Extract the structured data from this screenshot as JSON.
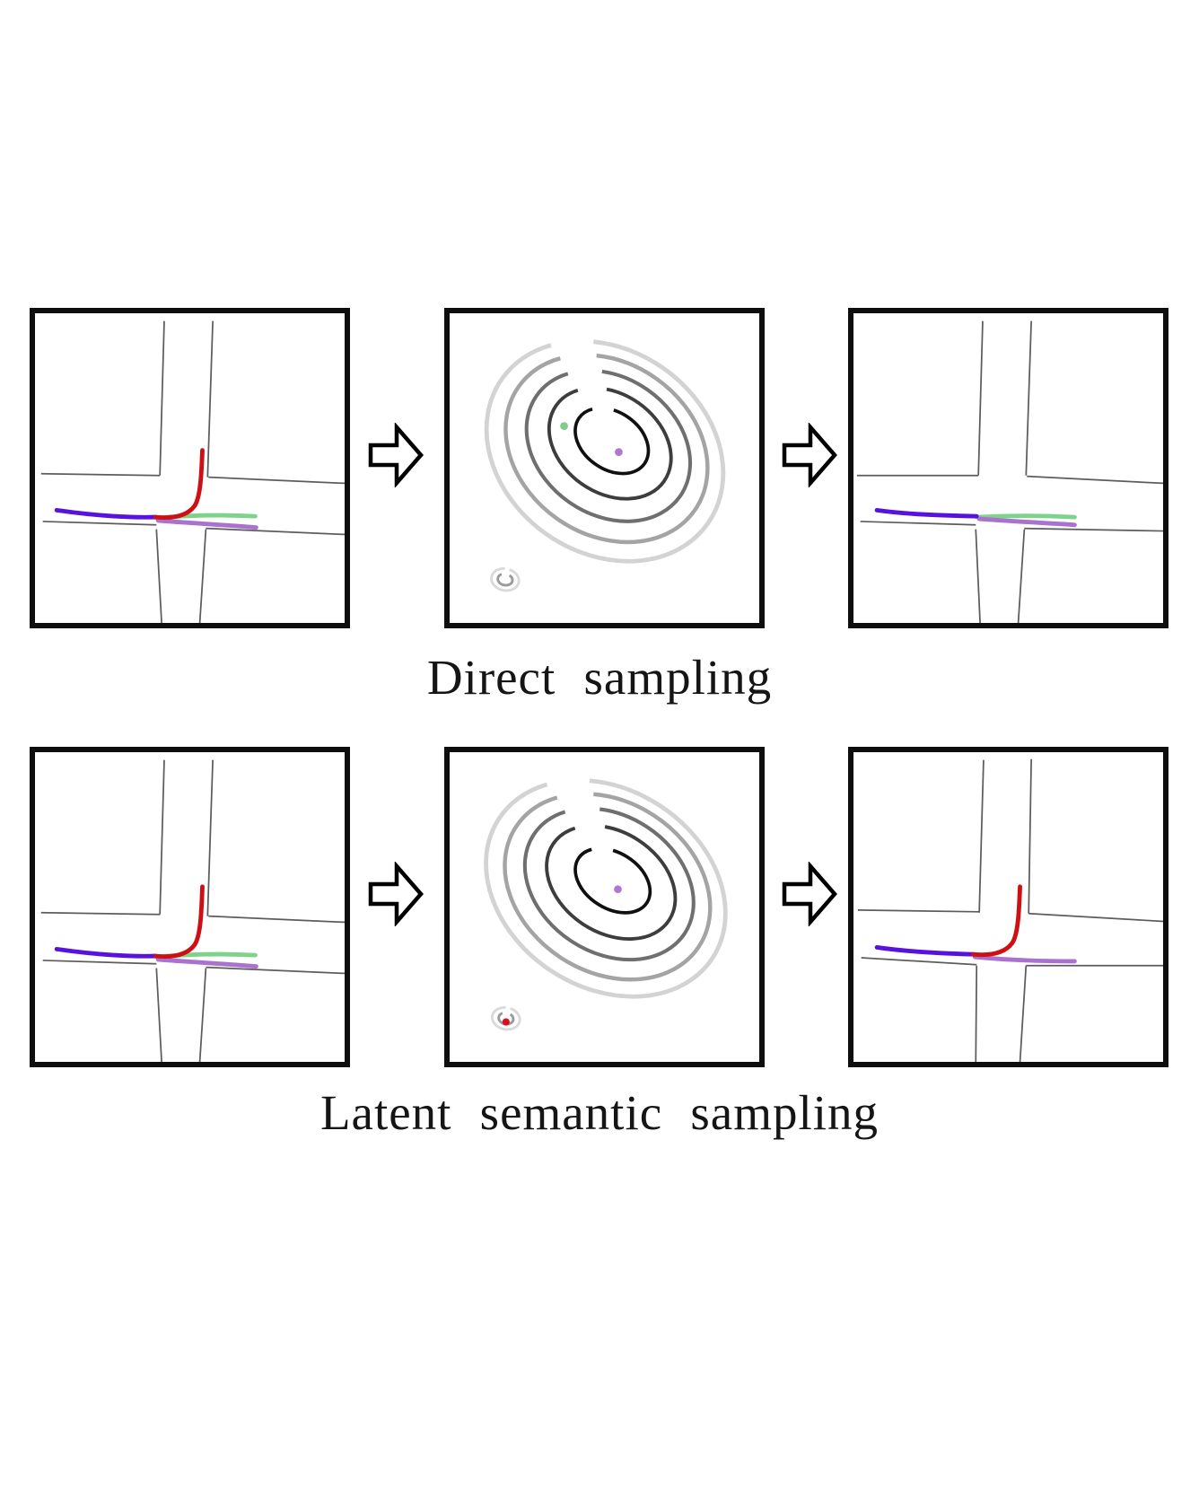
{
  "figure": {
    "rows": [
      {
        "caption": "Direct sampling",
        "input_trajectories": [
          "history",
          "red-turn",
          "green-straight",
          "purple-straight"
        ],
        "latent_samples": [
          "green",
          "purple"
        ],
        "output_trajectories": [
          "history",
          "green-straight",
          "purple-straight"
        ]
      },
      {
        "caption": "Latent semantic sampling",
        "input_trajectories": [
          "history",
          "red-turn",
          "green-straight",
          "purple-straight"
        ],
        "latent_samples": [
          "purple",
          "red"
        ],
        "output_trajectories": [
          "history",
          "red-turn",
          "purple-straight"
        ]
      }
    ]
  },
  "colors": {
    "background": "#ffffff",
    "panel_border": "#0e0e0e",
    "road": "#5c5c5c",
    "arrow": "#000000",
    "history": "#5712dd",
    "pred_red": "#ce1015",
    "pred_green": "#7ed38b",
    "pred_purple": "#aa72cf",
    "dot_green": "#82cb8e",
    "dot_purple": "#b077d0",
    "dot_red": "#da0f1e",
    "ring1": "#101010",
    "ring2": "#3d3d3d",
    "ring3": "#6f6f6f",
    "ring4": "#a4a4a4",
    "ring5": "#d3d3d3",
    "small_ring_outer": "#dadada",
    "small_ring_inner": "#9b9b9b"
  }
}
